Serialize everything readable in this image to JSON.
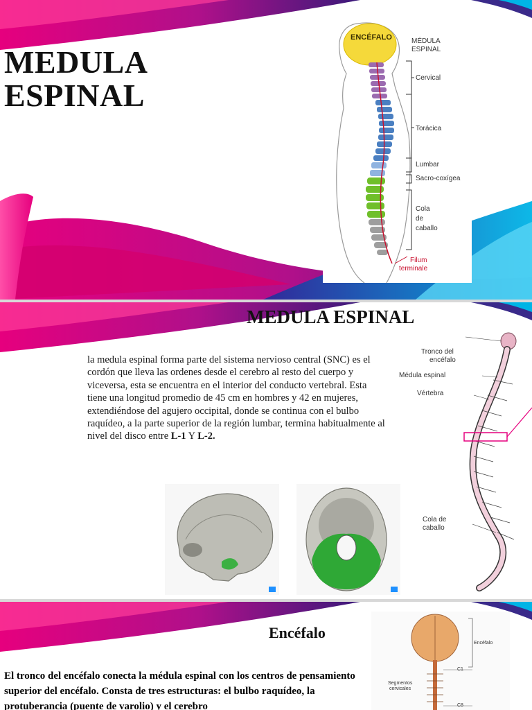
{
  "slide1": {
    "title_line1": "MEDULA",
    "title_line2": "ESPINAL",
    "figure": {
      "encefalo": "ENCÉFALO",
      "medula_line1": "MÉDULA",
      "medula_line2": "ESPINAL",
      "cervical": "Cervical",
      "toracica": "Torácica",
      "lumbar": "Lumbar",
      "sacro": "Sacro-coxígea",
      "cola_line1": "Cola",
      "cola_line2": "de",
      "cola_line3": "caballo",
      "filum_line1": "Filum",
      "filum_line2": "terminale"
    }
  },
  "slide2": {
    "title": "MEDULA ESPINAL",
    "body_part1": " la medula espinal forma parte del sistema nervioso central (SNC) es el cordón que lleva las ordenes desde el cerebro al resto del cuerpo y viceversa, esta se encuentra en el interior del conducto vertebral. Esta tiene una longitud promedio de 45 cm en hombres y 42 en mujeres, extendiéndose del agujero occipital, donde se continua con el bulbo raquídeo, a la parte superior de la región lumbar, termina habitualmente al nivel del disco entre ",
    "body_b1": "L-1",
    "body_mid": " Y ",
    "body_b2": "L-2.",
    "figure": {
      "tronco_line1": "Tronco del",
      "tronco_line2": "encéfalo",
      "medula": "Médula espinal",
      "vertebra": "Vértebra",
      "cola_line1": "Cola de",
      "cola_line2": "caballo"
    }
  },
  "slide3": {
    "title": "Encéfalo",
    "body_part1": "El tronco del encéfalo conecta la médula espinal con los centros de pensamiento superior del encéfalo. Consta de tres estructuras: el bulbo raquídeo, la protuberancia (",
    "body_b1": "puente de varolio",
    "body_part2": ") y el cerebro",
    "figure": {
      "encefalo": "Encéfalo",
      "segmentos_line1": "Segmentos",
      "segmentos_line2": "cervicales",
      "c1": "C1",
      "c8": "C8"
    }
  },
  "colors": {
    "magenta": "#e6007e",
    "purple": "#5a1a8c",
    "cyan": "#00b4e6",
    "spine_green": "#6fbf2a",
    "spine_blue": "#4a7fc1",
    "spine_purple": "#9b6bb0",
    "brain_yellow": "#f5d93a"
  }
}
